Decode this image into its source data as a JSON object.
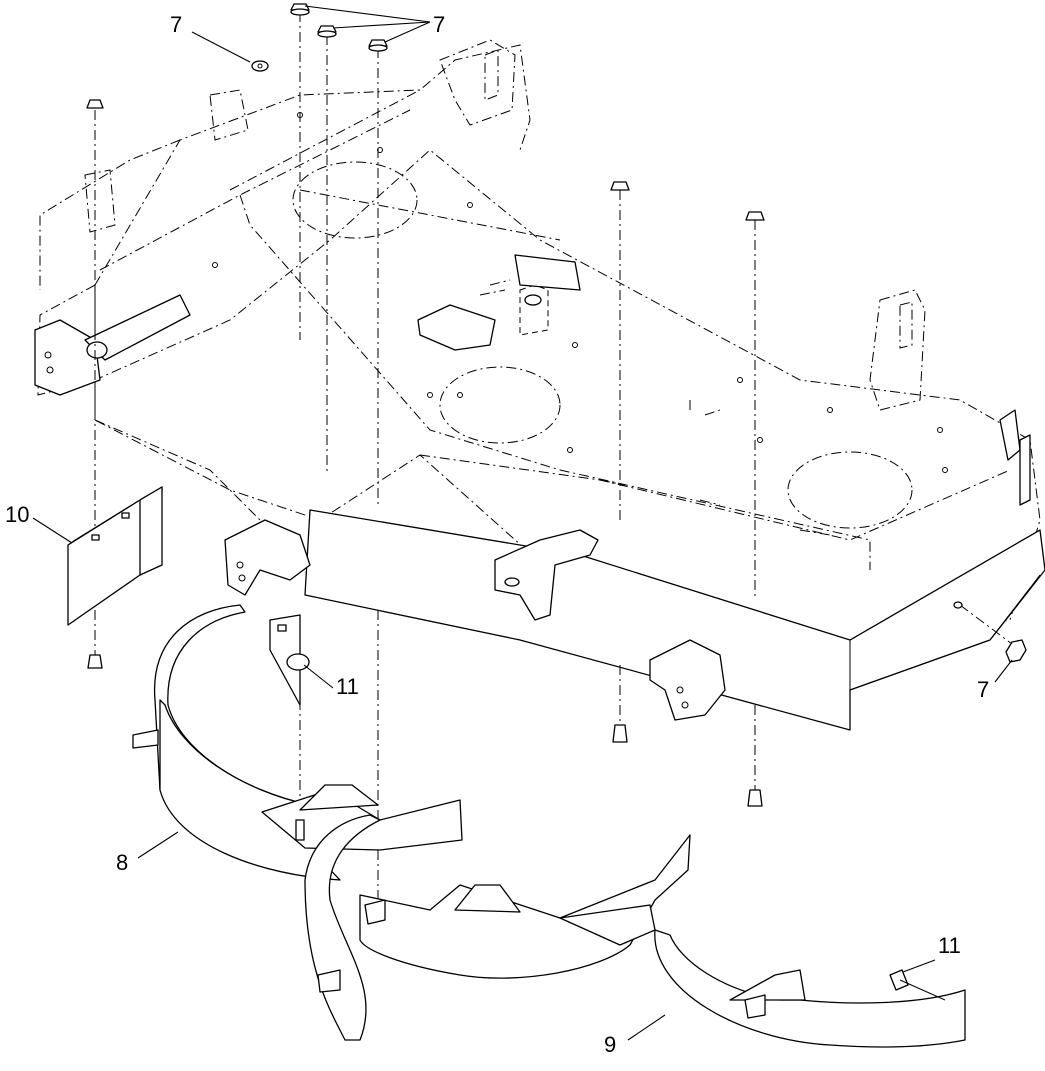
{
  "callouts": {
    "c7_top_left": "7",
    "c7_top_right": "7",
    "c7_right": "7",
    "c8": "8",
    "c9": "9",
    "c10": "10",
    "c11_upper": "11",
    "c11_lower": "11"
  }
}
